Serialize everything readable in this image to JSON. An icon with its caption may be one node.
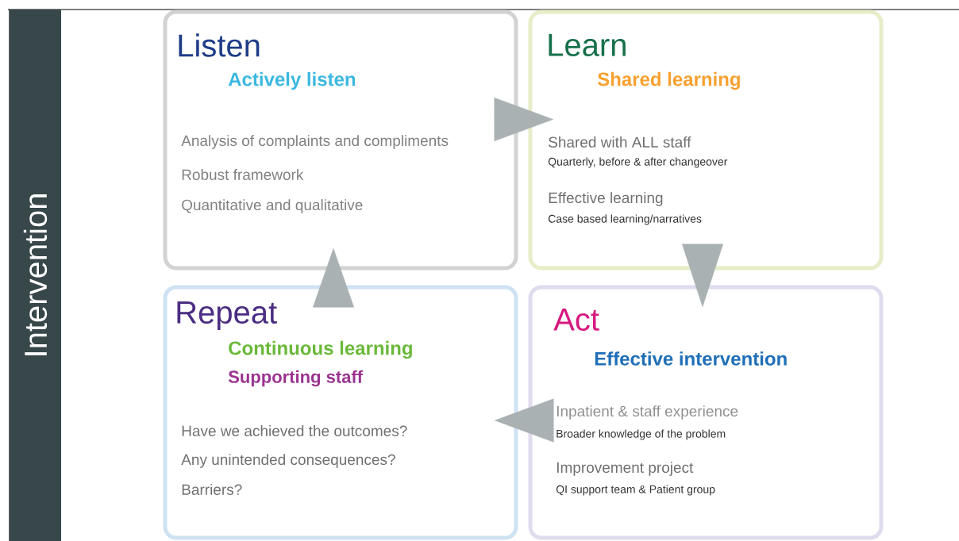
{
  "diagram": {
    "nodes": [
      {
        "text": [
          "Intervention"
        ]
      },
      {
        "text": [
          "Listen",
          "Actively listen",
          "Analysis of complaints and compliments",
          "Robust framework",
          "Quantitative and qualitative"
        ]
      },
      {
        "text": [
          "Learn",
          "Shared learning",
          "Shared with ALL staff",
          "Quarterly, before & after changeover",
          "Effective learning",
          "Case based learning/narratives"
        ]
      },
      {
        "text": [
          "Repeat",
          "Continuous learning",
          "Supporting staff",
          "Have we achieved the outcomes?",
          "Any unintended consequences?",
          "Barriers?"
        ]
      },
      {
        "text": [
          "Act",
          "Effective intervention",
          "Inpatient & staff experience",
          "Broader knowledge of the problem",
          "Improvement project",
          "QI support team & Patient group"
        ]
      }
    ],
    "edges": [
      {
        "from": 1,
        "to": 2,
        "arrow": "to"
      },
      {
        "from": 2,
        "to": 4,
        "arrow": "to"
      },
      {
        "from": 4,
        "to": 3,
        "arrow": "to"
      },
      {
        "from": 3,
        "to": 1,
        "arrow": "to"
      }
    ]
  }
}
